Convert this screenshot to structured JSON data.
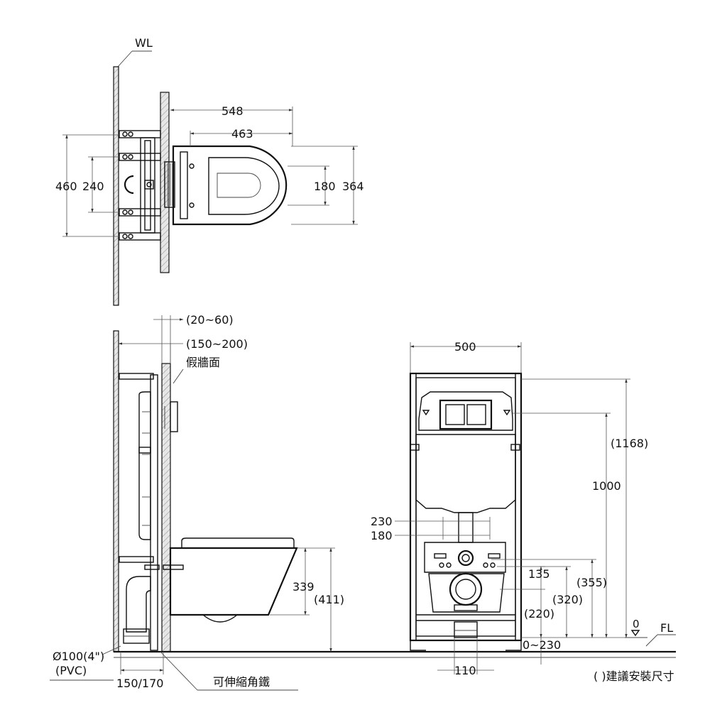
{
  "top_view": {
    "wl": "WL",
    "dim_548": "548",
    "dim_463": "463",
    "dim_460": "460",
    "dim_240": "240",
    "dim_180": "180",
    "dim_364": "364"
  },
  "side_view": {
    "dim_20_60": "(20~60)",
    "dim_150_200": "(150~200)",
    "false_wall": "假牆面",
    "dim_339": "339",
    "dim_411": "(411)",
    "pipe_diameter": "Ø100(4\")",
    "pipe_material": "(PVC)",
    "dim_150_170": "150/170",
    "bracket_label": "可伸縮角鐵"
  },
  "front_view": {
    "dim_500": "500",
    "dim_1168": "(1168)",
    "dim_1000": "1000",
    "dim_230": "230",
    "dim_180": "180",
    "dim_135": "135",
    "dim_355": "(355)",
    "dim_320": "(320)",
    "dim_220": "(220)",
    "zero": "0",
    "fl": "FL",
    "dim_0_230": "0~230",
    "dim_110": "110",
    "legend": "( )建議安裝尺寸"
  }
}
